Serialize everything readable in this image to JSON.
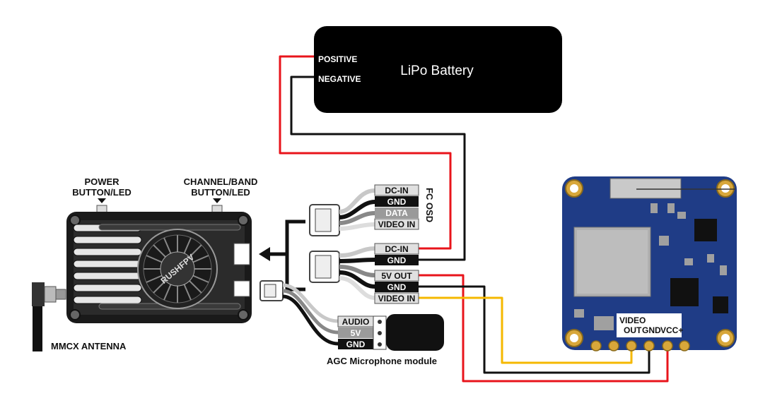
{
  "battery": {
    "title": "LiPo Battery",
    "positive": "POSITIVE",
    "negative": "NEGATIVE"
  },
  "vtx": {
    "power_label_1": "POWER",
    "power_label_2": "BUTTON/LED",
    "channel_label_1": "CHANNEL/BAND",
    "channel_label_2": "BUTTON/LED",
    "brand": "RUSHFPV",
    "antenna_label": "MMCX ANTENNA"
  },
  "fc_osd": {
    "title": "FC OSD",
    "pins": [
      "DC-IN",
      "GND",
      "DATA",
      "VIDEO IN"
    ]
  },
  "power_cable": {
    "pins": [
      "DC-IN",
      "GND",
      "5V OUT",
      "GND",
      "VIDEO IN"
    ]
  },
  "mic": {
    "pins": [
      "AUDIO",
      "5V",
      "GND"
    ],
    "label": "AGC Microphone module"
  },
  "camera": {
    "pin_video_1": "VIDEO",
    "pin_video_2": "OUT",
    "pin_gnd": "GND",
    "pin_vcc": "VCC+"
  },
  "colors": {
    "red_wire": "#e8141b",
    "black_wire": "#111111",
    "yellow_wire": "#f5b800",
    "pcb_blue": "#1f3c86"
  }
}
